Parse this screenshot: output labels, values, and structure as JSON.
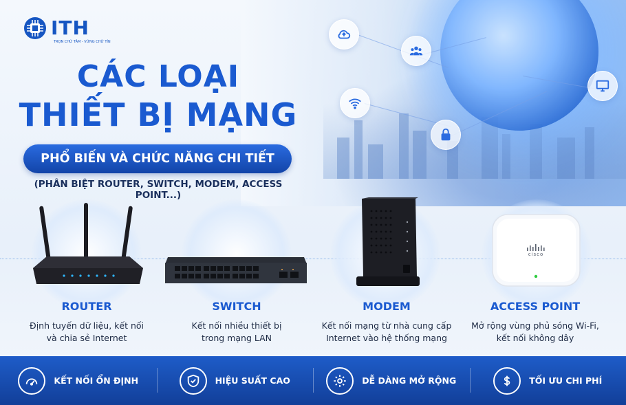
{
  "brand": {
    "logo_text": "ITH",
    "slogan": "TRỌN CHỮ TÂM - VỮNG CHỮ TÍN"
  },
  "title": {
    "line1": "CÁC LOẠI",
    "line2": "THIẾT BỊ MẠNG",
    "pill": "PHỔ BIẾN VÀ CHỨC NĂNG CHI TIẾT",
    "subtitle": "(PHÂN BIỆT ROUTER, SWITCH, MODEM, ACCESS POINT...)"
  },
  "products": [
    {
      "name": "ROUTER",
      "desc": "Định tuyến dữ liệu, kết nối\nvà chia sẻ Internet",
      "icon": "router-icon"
    },
    {
      "name": "SWITCH",
      "desc": "Kết nối nhiều thiết bị\ntrong mạng LAN",
      "icon": "switch-icon"
    },
    {
      "name": "MODEM",
      "desc": "Kết nối mạng từ nhà cung cấp\nInternet vào hệ thống mạng",
      "icon": "modem-icon"
    },
    {
      "name": "ACCESS POINT",
      "desc": "Mở rộng vùng phủ sóng Wi-Fi,\nkết nối không dây",
      "icon": "access-point-icon"
    }
  ],
  "ap_brand": "cisco",
  "features": [
    {
      "label": "KẾT NỐI ỔN ĐỊNH",
      "icon": "speedometer-icon"
    },
    {
      "label": "HIỆU SUẤT CAO",
      "icon": "shield-check-icon"
    },
    {
      "label": "DỄ DÀNG MỞ RỘNG",
      "icon": "gear-icon"
    },
    {
      "label": "TỐI ƯU CHI PHÍ",
      "icon": "dollar-coin-icon"
    }
  ],
  "hero_icons": [
    "cloud-icon",
    "users-icon",
    "wifi-icon",
    "lock-icon",
    "monitor-icon"
  ],
  "colors": {
    "primary": "#1a5ad0",
    "footer": "#1e5cc8",
    "text_dark": "#1d2a44"
  }
}
